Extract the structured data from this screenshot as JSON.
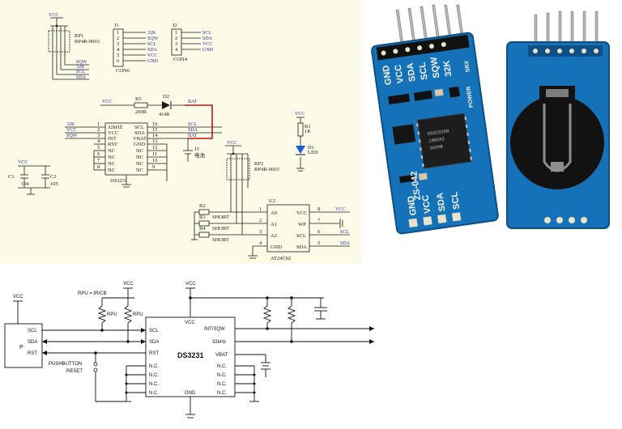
{
  "schematic_top": {
    "rp1": {
      "ref": "RP1",
      "value": "RP4R-0603",
      "vcc": "VCC",
      "pins": [
        "SQW",
        "32K",
        "SCL",
        "SDA"
      ]
    },
    "j1": {
      "ref": "J1",
      "name": "CON6",
      "pin_numbers": [
        "1",
        "2",
        "3",
        "4",
        "5",
        "6"
      ],
      "signals": [
        "32K",
        "SQW",
        "SCL",
        "SDA",
        "VCC",
        "GND"
      ]
    },
    "j2": {
      "ref": "J2",
      "name": "CON4",
      "pin_numbers": [
        "1",
        "2",
        "3",
        "4"
      ],
      "signals": [
        "SCL",
        "SDA",
        "VCC",
        "GND"
      ]
    },
    "r5": {
      "ref": "R5",
      "value": "200R",
      "net": "VCC"
    },
    "d2": {
      "ref": "D2",
      "value": "4148",
      "net": "BAT"
    },
    "u1": {
      "name": "DS3231",
      "left_pins": [
        "32kHZ",
        "VCC",
        "INT",
        "RST",
        "NC",
        "NC",
        "NC",
        "NC"
      ],
      "left_numbers": [
        "1",
        "2",
        "3",
        "4",
        "5",
        "6",
        "7",
        "8"
      ],
      "right_pins": [
        "SCL",
        "SDA",
        "VBAT",
        "GND",
        "NC",
        "NC",
        "NC",
        "NC"
      ],
      "right_numbers": [
        "16",
        "15",
        "14",
        "13",
        "12",
        "11",
        "10",
        "9"
      ],
      "left_nets": [
        "32K",
        "VCC",
        "SQW"
      ],
      "right_nets": [
        "SCL",
        "SDA",
        "BAT"
      ]
    },
    "j3": {
      "ref": "J3",
      "value": "电池"
    },
    "caps": [
      {
        "ref": "C1",
        "value": "104"
      },
      {
        "ref": "C2",
        "value": "105"
      }
    ],
    "caps_vcc": "VCC",
    "led": {
      "r_ref": "R1",
      "r_value": "1K",
      "d_ref": "D1",
      "d_value": "LED",
      "net": "VCC"
    },
    "rp2": {
      "ref": "RP2",
      "value": "RP4R-0603",
      "vcc": "VCC"
    },
    "short_resistors": [
      {
        "ref": "R2",
        "label": "SHORT"
      },
      {
        "ref": "R3",
        "label": "SHORT"
      },
      {
        "ref": "R4",
        "label": "SHORT"
      }
    ],
    "u2": {
      "ref": "U2",
      "name": "AT24C02",
      "left_pins": [
        "A0",
        "A1",
        "A2",
        "GND"
      ],
      "left_numbers": [
        "1",
        "2",
        "3",
        "4"
      ],
      "right_pins": [
        "VCC",
        "WP",
        "SCL",
        "SDA"
      ],
      "right_numbers": [
        "8",
        "7",
        "6",
        "5"
      ],
      "right_nets": [
        "VCC",
        "SCL",
        "SDA"
      ]
    }
  },
  "photo": {
    "board1_pins_top": [
      "32K",
      "SQW",
      "SCL",
      "SDA",
      "VCC",
      "GND"
    ],
    "board1_labels": [
      "GND",
      "VCC",
      "SDA",
      "SCL",
      "SQW",
      "32K"
    ],
    "board1_corner": "SRX",
    "power_label": "POWER",
    "model": "ZS-042",
    "chip_text": [
      "DS3231SN",
      "1902A2",
      "303AB"
    ],
    "board1_bottom_labels": [
      "GND",
      "VCC",
      "SDA",
      "SCL"
    ]
  },
  "schematic_bottom": {
    "vcc_label": "VCC",
    "rpu_formula": "RPU = tR/CB",
    "rpu_label": "RPU",
    "micro_label": "P",
    "micro_pins": [
      "SCL",
      "SDA",
      "RST"
    ],
    "pushbutton_label": "PUSHBUTTON",
    "reset_label": "RESET",
    "chip_name": "DS3231",
    "chip_vcc": "VCC",
    "chip_left_pins": [
      "SCL",
      "SDA",
      "RST",
      "N.C.",
      "N.C.",
      "N.C.",
      "N.C."
    ],
    "chip_right_pins": [
      "INT/SQW",
      "32kHz",
      "VBAT",
      "N.C.",
      "N.C.",
      "N.C.",
      "N.C."
    ],
    "chip_gnd": "GND"
  },
  "colors": {
    "schematic_bg": "#fbfbe8",
    "wire": "#1a1a1a",
    "schematic_text": "#2a2a9a",
    "battery_wire": "#cc1111",
    "pcb_blue": "#1672b8",
    "pcb_dark": "#0e4f86"
  }
}
